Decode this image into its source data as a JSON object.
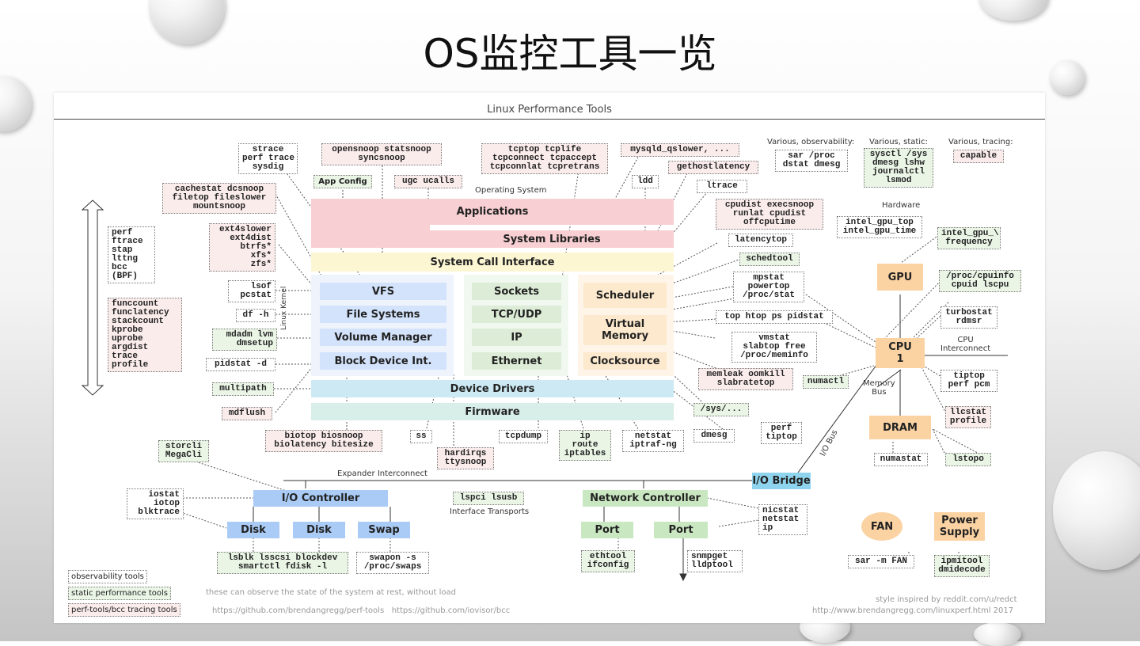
{
  "slide": {
    "title": "OS监控工具一览"
  },
  "diagram": {
    "title": "Linux Performance Tools",
    "headings": {
      "os": "Operating System",
      "hardware": "Hardware",
      "linux_kernel": "Linux Kernel",
      "various_obs": "Various, observability:",
      "various_static": "Various, static:",
      "various_tracing": "Various, tracing:",
      "cpu_interconnect": "CPU\nInterconnect",
      "memory_bus": "Memory\nBus",
      "io_bus": "I/O Bus",
      "expander": "Expander Interconnect",
      "interface_transports": "Interface Transports"
    },
    "blocks": {
      "applications": "Applications",
      "system_libraries": "System Libraries",
      "syscall": "System Call Interface",
      "vfs": "VFS",
      "file_systems": "File Systems",
      "volume_manager": "Volume Manager",
      "block_device": "Block Device Int.",
      "sockets": "Sockets",
      "tcp_udp": "TCP/UDP",
      "ip": "IP",
      "ethernet": "Ethernet",
      "scheduler": "Scheduler",
      "virtual_memory": "Virtual\nMemory",
      "clocksource": "Clocksource",
      "device_drivers": "Device Drivers",
      "firmware": "Firmware",
      "gpu": "GPU",
      "cpu": "CPU\n1",
      "dram": "DRAM",
      "io_bridge": "I/O Bridge",
      "io_controller": "I/O Controller",
      "disk1": "Disk",
      "disk2": "Disk",
      "swap": "Swap",
      "network_controller": "Network Controller",
      "port1": "Port",
      "port2": "Port",
      "fan": "FAN",
      "power_supply": "Power\nSupply"
    },
    "tools": {
      "strace": "strace\nperf trace\nsysdig",
      "opensnoop": "opensnoop statsnoop\nsyncsnoop",
      "tcptop": "tcptop tcplife\ntcpconnect tcpaccept\ntcpconnlat tcpretrans",
      "mysqld": "mysqld_qslower, ...",
      "gethostlatency": "gethostlatency",
      "app_config": "App Config",
      "ugc": "ugc ucalls",
      "ldd": "ldd",
      "ltrace": "ltrace",
      "cachestat": "cachestat dcsnoop\nfiletop fileslower\nmountsnoop",
      "perf_left": "perf\nftrace\nstap\nlttng\nbcc\n(BPF)",
      "ext4": "ext4slower\next4dist\nbtrfs*\nxfs*\nzfs*",
      "lsof": "lsof\npcstat",
      "df": "df -h",
      "mdadm": "mdadm lvm\ndmsetup",
      "pidstat_d": "pidstat -d",
      "multipath": "multipath",
      "mdflush": "mdflush",
      "funccount": "funccount\nfunclatency\nstackcount\nkprobe\nuprobe\nargdist\ntrace\nprofile",
      "cpudist": "cpudist execsnoop\nrunlat cpudist\noffcputime",
      "latencytop": "latencytop",
      "schedtool": "schedtool",
      "mpstat": "mpstat\npowertop\n/proc/stat",
      "top": "top htop ps pidstat",
      "vmstat": "vmstat\nslabtop free\n/proc/meminfo",
      "memleak": "memleak oomkill\nslabratetop",
      "sys": "/sys/...",
      "dmesg": "dmesg",
      "perf_tiptop": "perf\ntiptop",
      "sar_proc": "sar /proc\ndstat dmesg",
      "sysctl": "sysctl /sys\ndmesg lshw\njournalctl\nlsmod",
      "capable": "capable",
      "intel_gpu_top": "intel_gpu_top\nintel_gpu_time",
      "intel_gpu_freq": "intel_gpu_\\\nfrequency",
      "proc_cpuinfo": "/proc/cpuinfo\ncpuid lscpu",
      "turbostat": "turbostat\nrdmsr",
      "tiptop": "tiptop\nperf pcm",
      "numactl": "numactl",
      "llcstat": "llcstat\nprofile",
      "numastat": "numastat",
      "lstopo": "lstopo",
      "biotop": "biotop biosnoop\nbiolatency bitesize",
      "ss": "ss",
      "hardirqs": "hardirqs\nttysnoop",
      "tcpdump": "tcpdump",
      "ip_route": "ip\nroute\niptables",
      "netstat": "netstat\niptraf-ng",
      "storcli": "storcli\nMegaCli",
      "iostat": "iostat\niotop\nblktrace",
      "lspci": "lspci lsusb",
      "lsblk": "lsblk lsscsi blockdev\nsmartctl fdisk -l",
      "swapon": "swapon -s\n/proc/swaps",
      "nicstat": "nicstat\nnetstat\nip",
      "ethtool": "ethtool\nifconfig",
      "snmpget": "snmpget\nlldptool",
      "sar_fan": "sar -m FAN",
      "ipmitool": "ipmitool\ndmidecode"
    },
    "legend": {
      "observability": "observability tools",
      "static": "static performance tools",
      "tracing": "perf-tools/bcc tracing tools"
    },
    "footer": {
      "note": "these can observe the state of the system at rest, without load",
      "links": "https://github.com/brendangregg/perf-tools   https://github.com/iovisor/bcc",
      "style": "style inspired by reddit.com/u/redct",
      "url": "http://www.brendangregg.com/linuxperf.html 2017"
    },
    "colors": {
      "applications": "#f8cfd2",
      "syscall": "#fdf6d3",
      "kernel_fs": "#d3e3fc",
      "kernel_net": "#dcecd6",
      "kernel_sched": "#fde9cd",
      "drivers": "#cdeaf4",
      "firmware": "#d8eee8",
      "hw_orange": "#fbd3a3",
      "io_blue": "#a9cbf5",
      "net_green": "#c9e8c1",
      "bridge": "#8fd4ee"
    }
  }
}
